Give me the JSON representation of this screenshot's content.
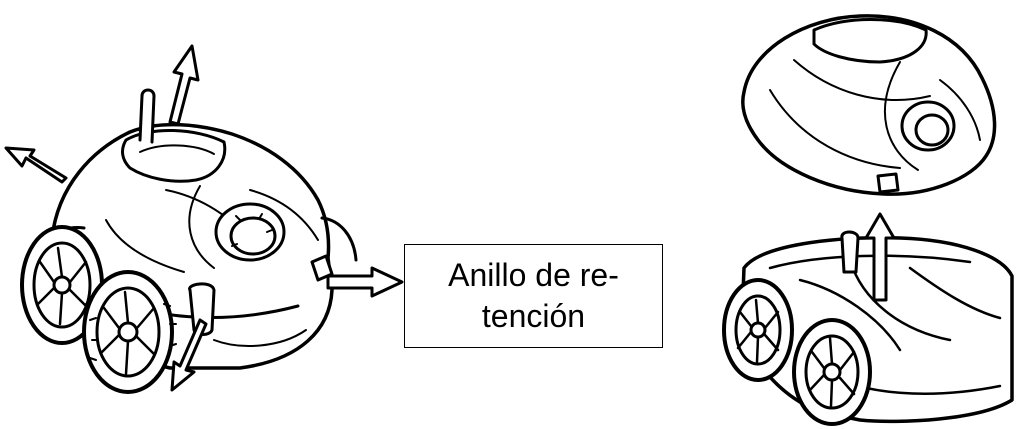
{
  "callout": {
    "line1": "Anillo de re-",
    "line2": "tención"
  },
  "colors": {
    "ink": "#000000",
    "paper": "#ffffff"
  },
  "figures": [
    {
      "name": "robot-cleaner-assembled",
      "icon": "pool-robot-illustration"
    },
    {
      "name": "robot-top-cover-removed",
      "icon": "robot-cover-illustration"
    },
    {
      "name": "robot-chassis",
      "icon": "robot-chassis-illustration"
    }
  ]
}
